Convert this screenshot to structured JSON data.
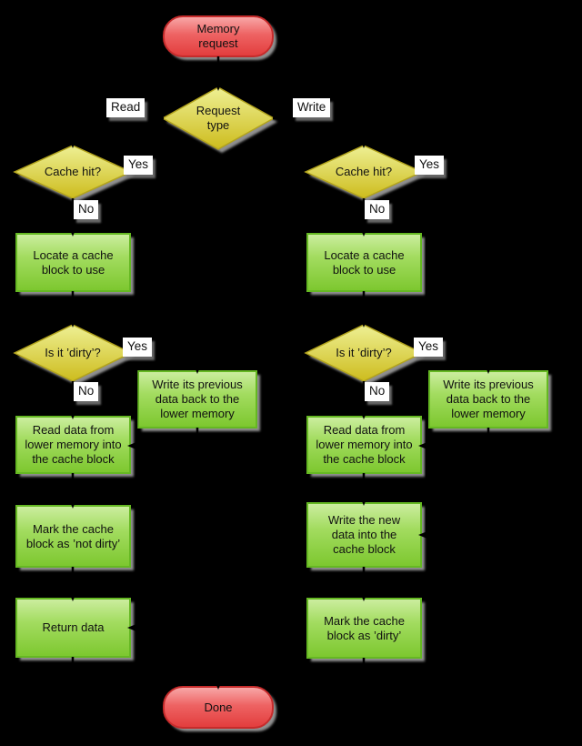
{
  "diagram": {
    "type": "flowchart",
    "topic": "Cache memory request handling (read / write paths)"
  },
  "colors": {
    "background": "#000000",
    "process_fill_top": "#cdeea1",
    "process_fill_mid": "#a3dc60",
    "process_fill_bottom": "#7cc72e",
    "process_border": "#65b822",
    "decision_fill_top": "#eef094",
    "decision_fill_bottom": "#cdbc1d",
    "decision_border": "#b2a31d",
    "terminal_fill_top": "#f8aaaa",
    "terminal_fill_mid": "#ee6363",
    "terminal_fill_bottom": "#e23c3c",
    "terminal_border": "#c62b2b",
    "shadow": "#8f8f8f",
    "edge": "#000000",
    "label_bg": "#ffffff",
    "text": "#111111"
  },
  "nodes": {
    "memory_request": "Memory\nrequest",
    "request_type": "Request\ntype",
    "cache_hit_read": "Cache hit?",
    "cache_hit_write": "Cache hit?",
    "locate_read": "Locate a cache\nblock to use",
    "locate_write": "Locate a cache\nblock to use",
    "dirty_read": "Is it ’dirty’?",
    "dirty_write": "Is it ’dirty’?",
    "writeback_read": "Write its previous\ndata back to the\nlower memory",
    "writeback_write": "Write its previous\ndata back to the\nlower memory",
    "read_lower_read": "Read data from\nlower memory into\nthe cache block",
    "read_lower_write": "Read data from\nlower memory into\nthe cache block",
    "mark_not_dirty": "Mark the cache\nblock as ’not dirty’",
    "write_new_data": "Write the new\ndata into the\ncache block",
    "return_data": "Return data",
    "mark_dirty": "Mark the cache\nblock as ’dirty’",
    "done": "Done"
  },
  "edge_labels": {
    "read": "Read",
    "write": "Write",
    "yes": "Yes",
    "no": "No"
  }
}
